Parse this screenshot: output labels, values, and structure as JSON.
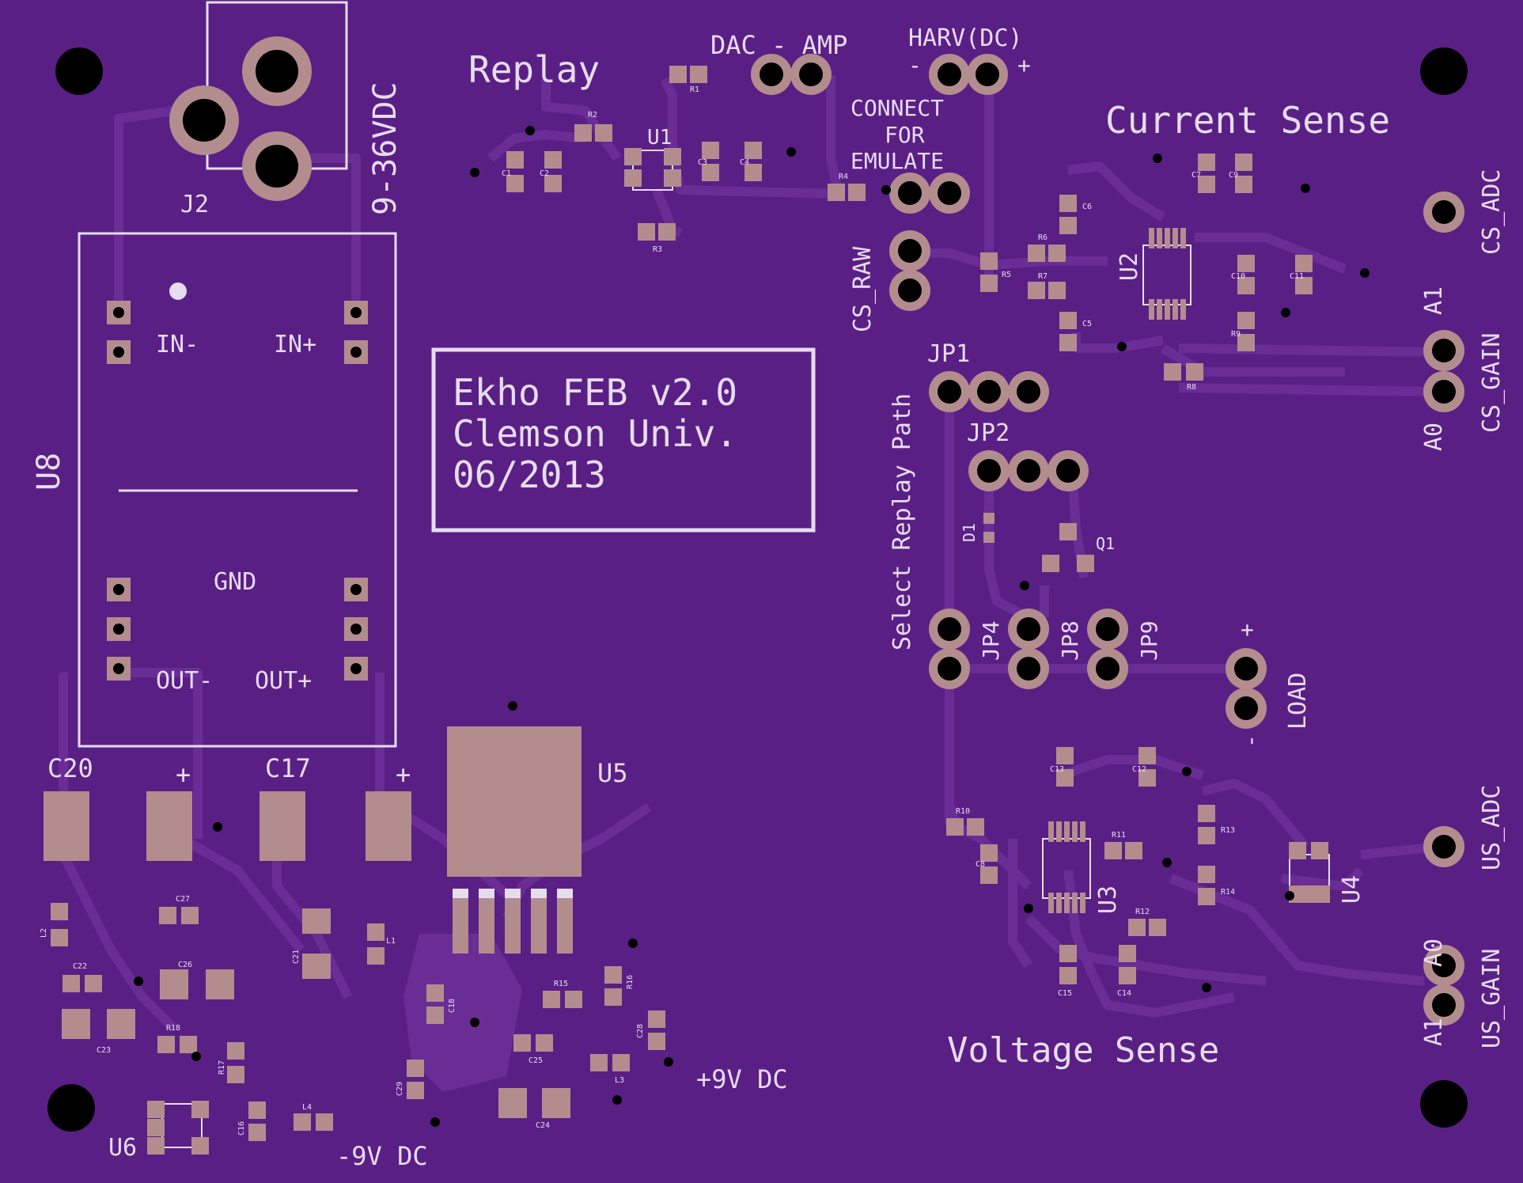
{
  "board": {
    "background": "#5a1f85",
    "trace_color": "#6a2d96",
    "pad_color": "#b38d8d",
    "silk_color": "#e6dcef",
    "hole_color": "#000000"
  },
  "labels": {
    "replay": "Replay",
    "dac_amp": "DAC - AMP",
    "harv_dc": "HARV(DC)",
    "minus": "-",
    "plus": "+",
    "connect1": "CONNECT",
    "connect2": "FOR",
    "connect3": "EMULATE",
    "current_sense": "Current Sense",
    "cs_adc": "CS_ADC",
    "cs_raw": "CS_RAW",
    "a1": "A1",
    "a0": "A0",
    "cs_gain": "CS_GAIN",
    "jp1": "JP1",
    "jp2": "JP2",
    "select_replay": "Select Replay Path",
    "d1": "D1",
    "q1": "Q1",
    "jp4": "JP4",
    "jp8": "JP8",
    "jp9": "JP9",
    "load": "LOAD",
    "us_adc": "US_ADC",
    "us_gain": "US_GAIN",
    "voltage_sense": "Voltage Sense",
    "u2": "U2",
    "u3": "U3",
    "u4": "U4",
    "u1": "U1",
    "u5": "U5",
    "u6": "U6",
    "u8": "U8",
    "j2": "J2",
    "vdc": "9-36VDC",
    "in_minus": "IN-",
    "in_plus": "IN+",
    "gnd": "GND",
    "out_minus": "OUT-",
    "out_plus": "OUT+",
    "c20": "C20",
    "c17": "C17",
    "plus9": "+9V DC",
    "minus9": "-9V DC"
  },
  "title_box": {
    "line1": "Ekho FEB v2.0",
    "line2": "Clemson Univ.",
    "line3": "06/2013"
  },
  "refdes": {
    "r1": "R1",
    "r2": "R2",
    "r3": "R3",
    "r4": "R4",
    "r5": "R5",
    "r6": "R6",
    "r7": "R7",
    "r8": "R8",
    "r9": "R9",
    "r10": "R10",
    "r11": "R11",
    "r12": "R12",
    "r13": "R13",
    "r14": "R14",
    "r15": "R15",
    "r16": "R16",
    "r17": "R17",
    "r18": "R18",
    "c1": "C1",
    "c2": "C2",
    "c3": "C3",
    "c4": "C4",
    "c5": "C5",
    "c6": "C6",
    "c7": "C7",
    "c8": "C8",
    "c9": "C9",
    "c10": "C10",
    "c11": "C11",
    "c12": "C12",
    "c13": "C13",
    "c14": "C14",
    "c15": "C15",
    "c16": "C16",
    "c18": "C18",
    "c21": "C21",
    "c22": "C22",
    "c23": "C23",
    "c24": "C24",
    "c25": "C25",
    "c26": "C26",
    "c27": "C27",
    "c28": "C28",
    "c29": "C29",
    "l1": "L1",
    "l2": "L2",
    "l3": "L3",
    "l4": "L4"
  }
}
